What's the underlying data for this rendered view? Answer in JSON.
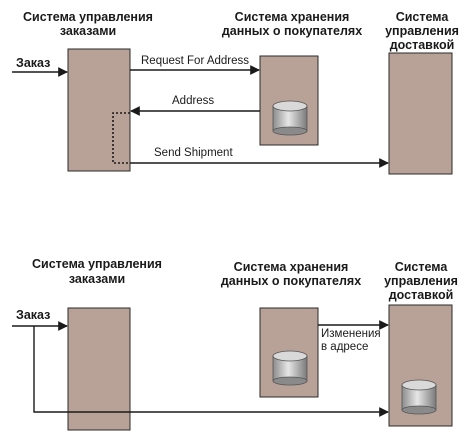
{
  "diagram_top": {
    "headers": {
      "order_system": [
        "Система управления",
        "заказами"
      ],
      "customer_storage": [
        "Система хранения",
        "данных о покупателях"
      ],
      "delivery_system": [
        "Система",
        "управления",
        "доставкой"
      ]
    },
    "input_label": "Заказ",
    "messages": {
      "request": "Request For Address",
      "address": "Address",
      "shipment": "Send Shipment"
    }
  },
  "diagram_bottom": {
    "headers": {
      "order_system": [
        "Система управления",
        "заказами"
      ],
      "customer_storage": [
        "Система хранения",
        "данных о покупателях"
      ],
      "delivery_system": [
        "Система",
        "управления",
        "доставкой"
      ]
    },
    "input_label": "Заказ",
    "messages": {
      "address_change": [
        "Изменения",
        "в адресе"
      ]
    }
  },
  "colors": {
    "box_fill": "#b8a196",
    "db_icon": "database-cylinder-gray"
  }
}
